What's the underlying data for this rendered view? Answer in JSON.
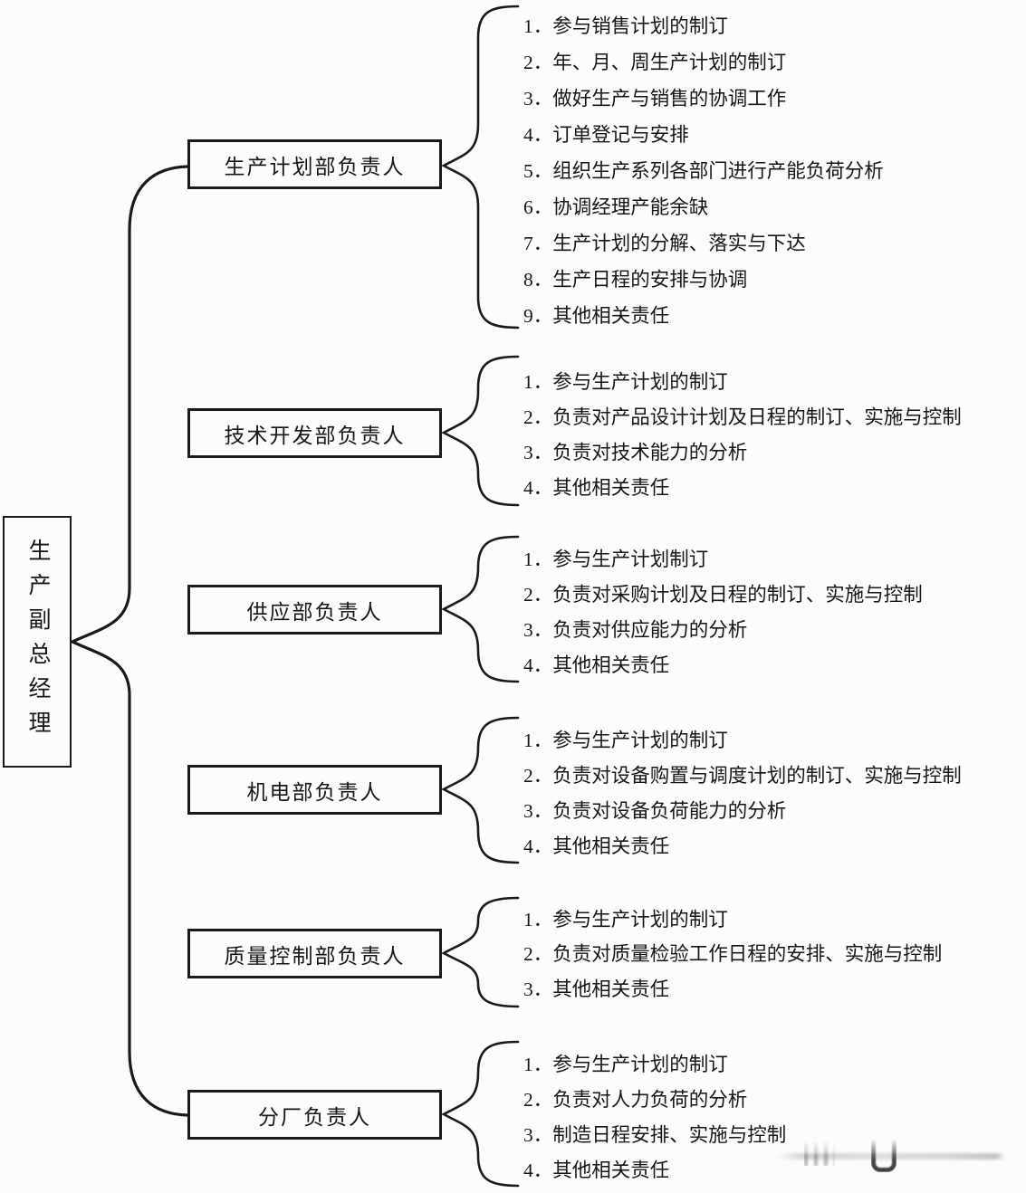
{
  "diagram": {
    "root_label": "生产副总经理",
    "groups": [
      {
        "label": "生产计划部负责人",
        "items": [
          "1．参与销售计划的制订",
          "2．年、月、周生产计划的制订",
          "3．做好生产与销售的协调工作",
          "4．订单登记与安排",
          "5．组织生产系列各部门进行产能负荷分析",
          "6．协调经理产能余缺",
          "7．生产计划的分解、落实与下达",
          "8．生产日程的安排与协调",
          "9．其他相关责任"
        ]
      },
      {
        "label": "技术开发部负责人",
        "items": [
          "1．参与生产计划的制订",
          "2．负责对产品设计计划及日程的制订、实施与控制",
          "3．负责对技术能力的分析",
          "4．其他相关责任"
        ]
      },
      {
        "label": "供应部负责人",
        "items": [
          "1．参与生产计划制订",
          "2．负责对采购计划及日程的制订、实施与控制",
          "3．负责对供应能力的分析",
          "4．其他相关责任"
        ]
      },
      {
        "label": "机电部负责人",
        "items": [
          "1．参与生产计划的制订",
          "2．负责对设备购置与调度计划的制订、实施与控制",
          "3．负责对设备负荷能力的分析",
          "4．其他相关责任"
        ]
      },
      {
        "label": "质量控制部负责人",
        "items": [
          "1．参与生产计划的制订",
          "2．负责对质量检验工作日程的安排、实施与控制",
          "3．其他相关责任"
        ]
      },
      {
        "label": "分厂负责人",
        "items": [
          "1．参与生产计划的制订",
          "2．负责对人力负荷的分析",
          "3．制造日程安排、实施与控制",
          "4．其他相关责任"
        ]
      }
    ]
  }
}
